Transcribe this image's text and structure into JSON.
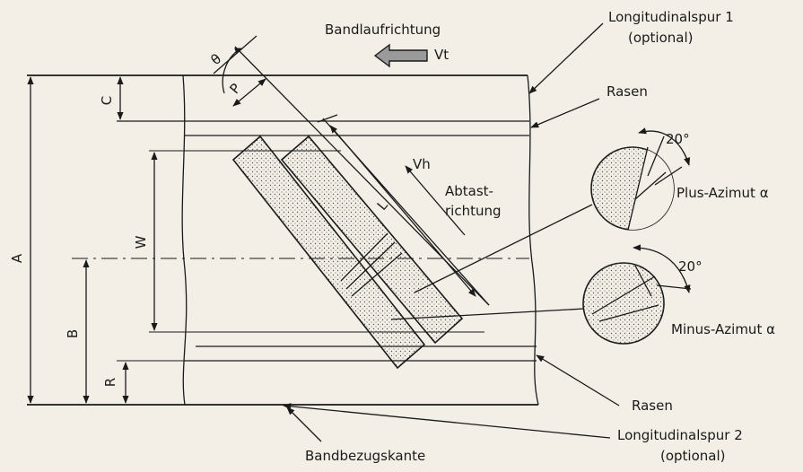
{
  "labels": {
    "direction": "Bandlaufrichtung",
    "vt": "Vt",
    "longitudinal1_line1": "Longitudinalspur 1",
    "longitudinal1_line2": "(optional)",
    "rasen_top": "Rasen",
    "vh": "Vh",
    "abtast_line1": "Abtast-",
    "abtast_line2": "richtung",
    "plus_azimut": "Plus-Azimut α",
    "minus_azimut": "Minus-Azimut α",
    "angle_plus": "20°",
    "angle_minus": "20°",
    "rasen_bottom": "Rasen",
    "longitudinal2_line1": "Longitudinalspur 2",
    "longitudinal2_line2": "(optional)",
    "reference_edge": "Bandbezugskante"
  },
  "dimensions": {
    "A": "A",
    "B": "B",
    "C": "C",
    "W": "W",
    "R": "R",
    "P": "P",
    "L": "L",
    "theta": "θ"
  },
  "colors": {
    "ink": "#1a1a1a",
    "paper": "#f3efe6",
    "arrow_fill": "#9a9a9a",
    "stipple": "#555555"
  }
}
